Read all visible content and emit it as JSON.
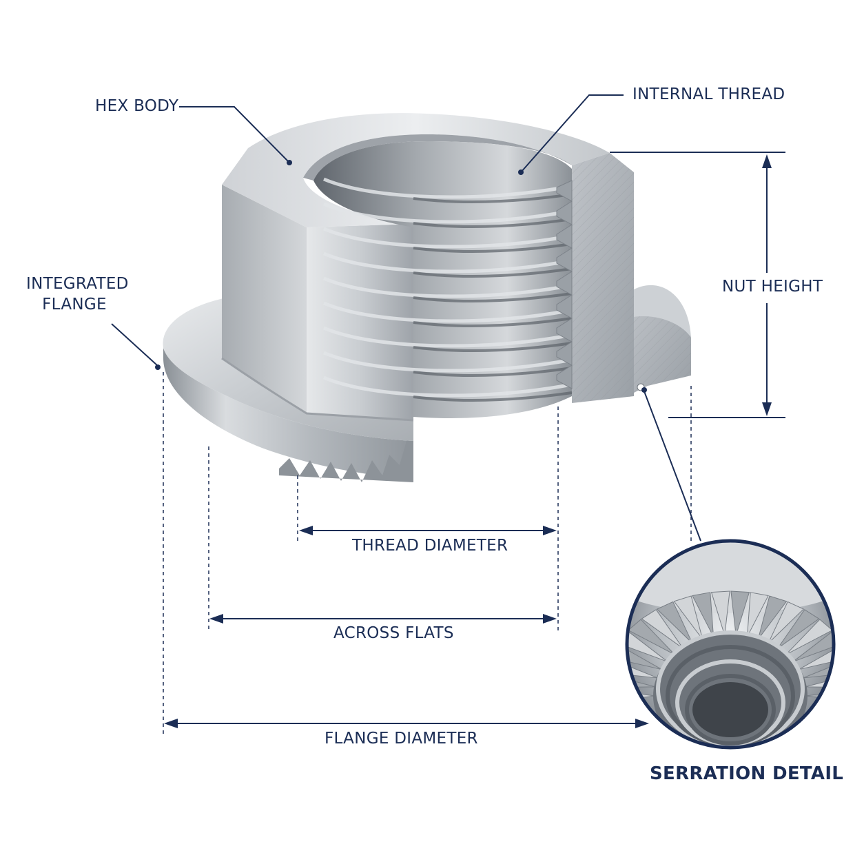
{
  "labels": {
    "hex_body": "HEX BODY",
    "internal_thread": "INTERNAL THREAD",
    "integrated_flange_line1": "INTEGRATED",
    "integrated_flange_line2": "FLANGE",
    "nut_height": "NUT HEIGHT",
    "thread_diameter": "THREAD DIAMETER",
    "across_flats": "ACROSS FLATS",
    "flange_diameter": "FLANGE DIAMETER",
    "serration_detail": "SERRATION DETAIL"
  },
  "colors": {
    "ink": "#1b2d55",
    "steel_light": "#e4e6e9",
    "steel_mid": "#b9bdc2",
    "steel_dark": "#7e848b",
    "section": "#a9aeb4",
    "background": "#ffffff"
  }
}
